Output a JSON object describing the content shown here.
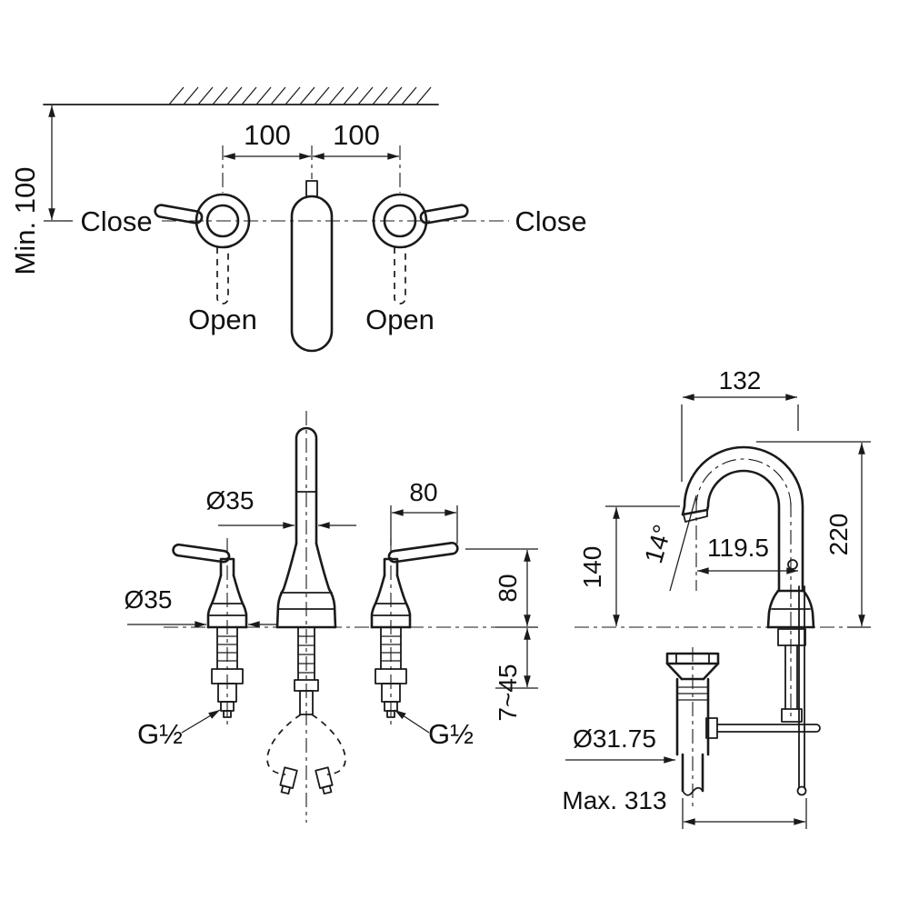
{
  "colors": {
    "ink": "#1a1a1a",
    "background": "#ffffff"
  },
  "drawing": {
    "top_view": {
      "min_height": "Min. 100",
      "spacing_left": "100",
      "spacing_right": "100",
      "close_left": "Close",
      "close_right": "Close",
      "open_left": "Open",
      "open_right": "Open"
    },
    "front_view": {
      "spout_diameter": "Ø35",
      "escutcheon_diameter": "Ø35",
      "lever_length": "80",
      "lever_height": "80",
      "deck_thickness": "7~45",
      "inlet_left": "G½",
      "inlet_right": "G½"
    },
    "side_view": {
      "spout_reach": "132",
      "overall_height": "220",
      "outlet_height": "140",
      "outlet_angle": "14°",
      "rod_offset": "119.5",
      "drain_diameter": "Ø31.75",
      "drain_length": "Max. 313"
    }
  }
}
